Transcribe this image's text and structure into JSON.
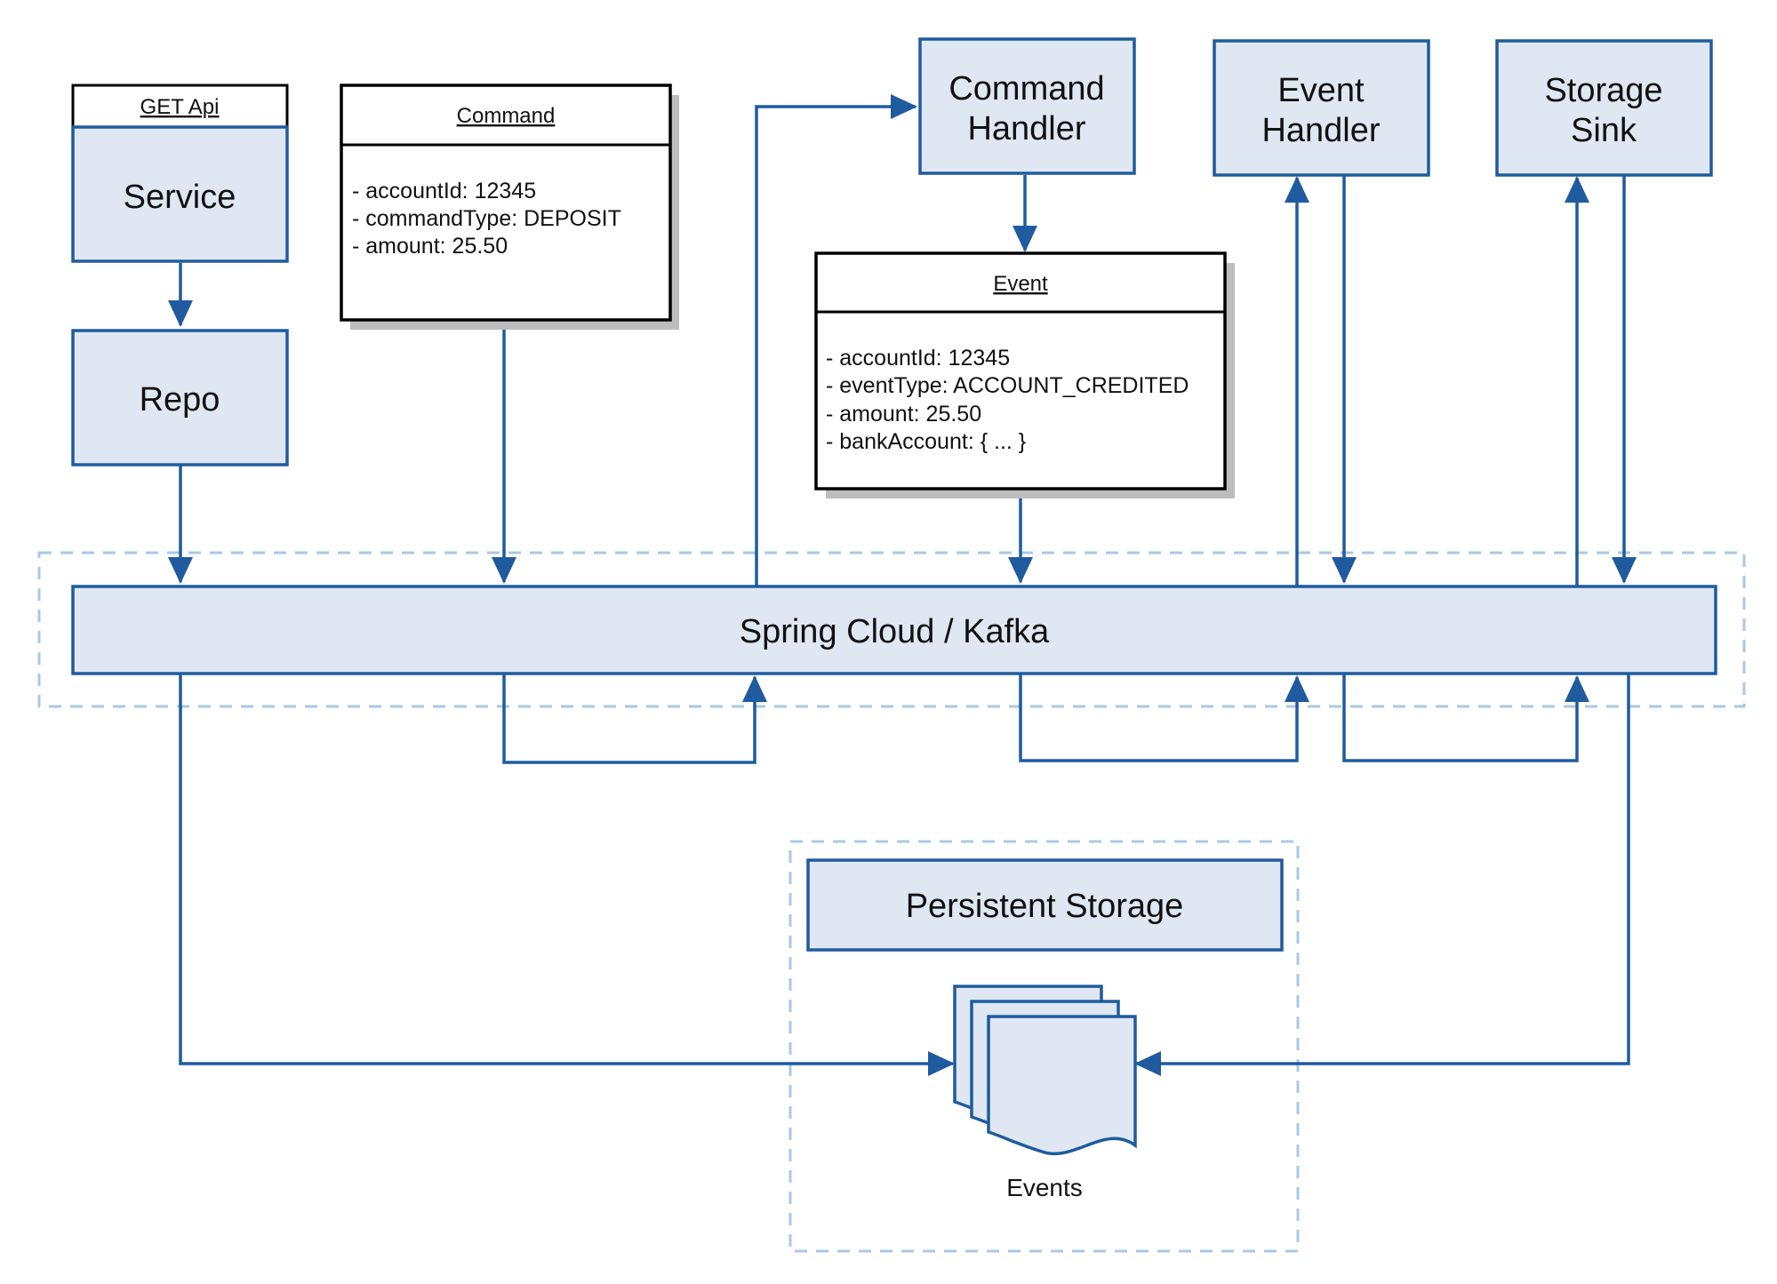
{
  "colors": {
    "stroke": "#1f5b9e",
    "fill": "#dfe7f2",
    "dashed": "#a9c8e8",
    "shadow": "#bdbdbd"
  },
  "service": {
    "header": "GET Api",
    "label": "Service"
  },
  "repo": {
    "label": "Repo"
  },
  "command": {
    "title": "Command",
    "fields": [
      "- accountId: 12345",
      "- commandType: DEPOSIT",
      "- amount: 25.50"
    ]
  },
  "command_handler": {
    "lines": [
      "Command",
      "Handler"
    ]
  },
  "event": {
    "title": "Event",
    "fields": [
      "- accountId: 12345",
      "- eventType: ACCOUNT_CREDITED",
      "- amount: 25.50",
      "- bankAccount: { ... }"
    ]
  },
  "event_handler": {
    "lines": [
      "Event",
      "Handler"
    ]
  },
  "storage_sink": {
    "lines": [
      "Storage",
      "Sink"
    ]
  },
  "bus": {
    "label": "Spring Cloud / Kafka"
  },
  "persistent_storage": {
    "label": "Persistent Storage"
  },
  "events_store": {
    "label": "Events",
    "icon": "documents-icon"
  }
}
